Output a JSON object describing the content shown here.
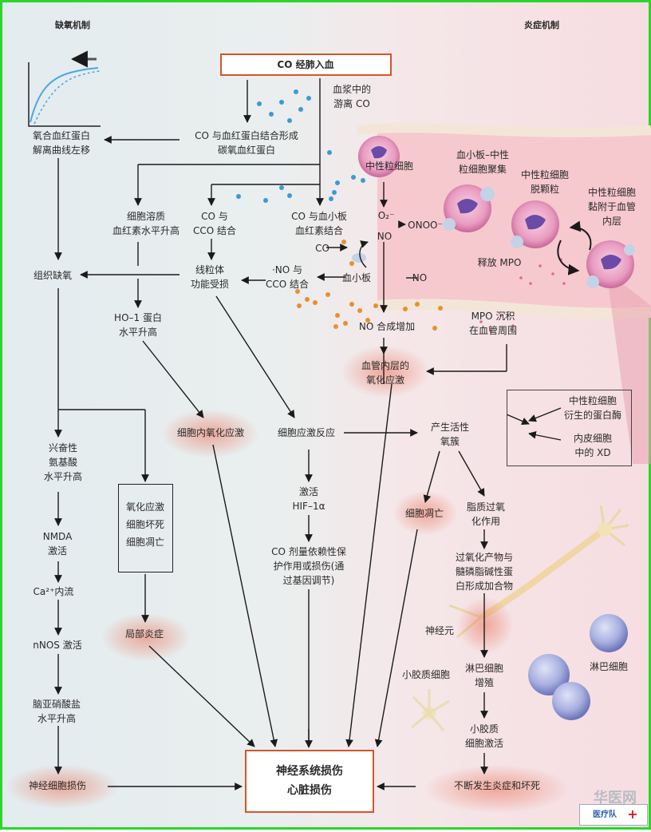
{
  "titles": {
    "left": "缺氧机制",
    "right": "炎症机制"
  },
  "top_box": "CO 经肺入血",
  "plasma": [
    "血浆中的",
    "游离 CO"
  ],
  "cohb": [
    "CO 与血红蛋白结合形成",
    "碳氧血红蛋白"
  ],
  "curve_shift": [
    "氧合血红蛋白",
    "解离曲线左移"
  ],
  "heme": [
    "细胞溶质",
    "血红素水平升高"
  ],
  "co_cco": [
    "CO 与",
    "CCO 结合"
  ],
  "co_platelet": [
    "CO 与血小板",
    "血红素结合"
  ],
  "tissue_hypoxia": "组织缺氧",
  "mito": [
    "线粒体",
    "功能受损"
  ],
  "no_cco": [
    "·NO 与",
    "CCO 结合"
  ],
  "ho1": [
    "HO–1 蛋白",
    "水平升高"
  ],
  "bio": {
    "neutrophil": "中性粒细胞",
    "aggregation": [
      "血小板–中性",
      "粒细胞聚集"
    ],
    "degranulation": [
      "中性粒细胞",
      "脱颗粒"
    ],
    "adhesion": [
      "中性粒细胞",
      "黏附于血管",
      "内层"
    ],
    "o2": "O₂⁻",
    "onoo": "ONOO⁻",
    "no": "NO",
    "co": "CO",
    "platelet": "血小板",
    "no2": "NO",
    "mpo_release": "释放 MPO",
    "no_increase": "NO 合成增加",
    "mpo_deposit": [
      "MPO 沉积",
      "在血管周围"
    ]
  },
  "vascular_ox": [
    "血管内层的",
    "氧化应激"
  ],
  "enzymes": {
    "protease": [
      "中性粒细胞",
      "衍生的蛋白酶"
    ],
    "xd": [
      "内皮细胞",
      "中的 XD"
    ]
  },
  "excit": [
    "兴奋性",
    "氨基酸",
    "水平升高"
  ],
  "intracell_ox": "细胞内氧化应激",
  "cell_stress": "细胞应激反应",
  "ros": [
    "产生活性",
    "氧簇"
  ],
  "nmda": [
    "NMDA",
    "激活"
  ],
  "necrosis": [
    "氧化应激",
    "细胞坏死",
    "细胞凋亡"
  ],
  "hif": [
    "激活",
    "HIF–1α"
  ],
  "apoptosis": "细胞凋亡",
  "lipid": [
    "脂质过氧",
    "化作用"
  ],
  "ca": "Ca²⁺内流",
  "co_dose": [
    "CO 剂量依赖性保",
    "护作用或损伤(通",
    "过基因调节)"
  ],
  "adducts": [
    "过氧化产物与",
    "髓磷脂碱性蛋",
    "白形成加合物"
  ],
  "local_inflam": "局部炎症",
  "neuron": "神经元",
  "lymphocyte": "淋巴细胞",
  "nnos": "nNOS 激活",
  "microglia": "小胶质细胞",
  "lymph_prolif": [
    "淋巴细胞",
    "增殖"
  ],
  "nitrite": [
    "脑亚硝酸盐",
    "水平升高"
  ],
  "microglia_act": [
    "小胶质",
    "细胞激活"
  ],
  "neuro_injury": "神经细胞损伤",
  "final": [
    "神经系统损伤",
    "心脏损伤"
  ],
  "ongoing": "不断发生炎症和坏死",
  "logo": {
    "title": "华医网",
    "sub": "医疗队"
  },
  "colors": {
    "frame": "#2bd62b",
    "box_border": "#d4552a",
    "blue_dot": "#3a9ad8",
    "orange_dot": "#e8902e",
    "glow": "#eb735a",
    "vessel": "#f2b6c0"
  }
}
